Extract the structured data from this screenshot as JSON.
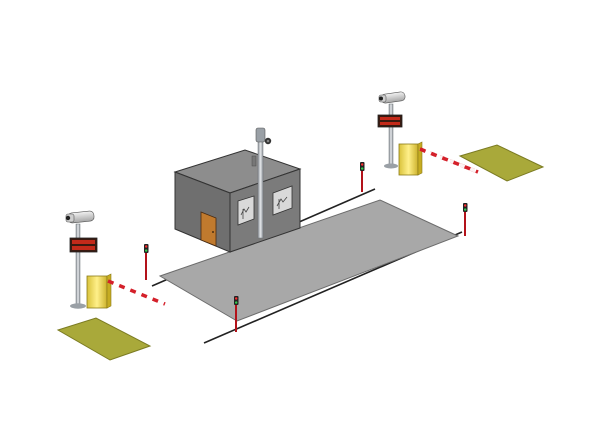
{
  "scene": {
    "led_display_left_text": "",
    "led_display_right_text": ""
  },
  "components": [
    {
      "name": "guard-booth",
      "icon": "booth-icon"
    },
    {
      "name": "weighbridge-platform",
      "icon": "platform-icon"
    },
    {
      "name": "barrier-gate-entry",
      "icon": "barrier-icon"
    },
    {
      "name": "barrier-gate-exit",
      "icon": "barrier-icon"
    },
    {
      "name": "camera-entry",
      "icon": "camera-icon"
    },
    {
      "name": "camera-exit",
      "icon": "camera-icon"
    },
    {
      "name": "camera-booth",
      "icon": "camera-icon"
    },
    {
      "name": "traffic-light",
      "icon": "traffic-light-icon"
    },
    {
      "name": "vehicle-sensor-mat",
      "icon": "sensor-mat-icon"
    }
  ],
  "colors": {
    "booth_wall": "#6f6f6f",
    "booth_roof": "#8d8d8d",
    "platform": "#a8a8a8",
    "barrier_housing": "#f1dc55",
    "barrier_stripe": "#d4202a",
    "sensor_mat": "#a9a93a",
    "road_line": "#222222",
    "pole": "#b0b4b8",
    "led_panel": "#3a1a10"
  }
}
